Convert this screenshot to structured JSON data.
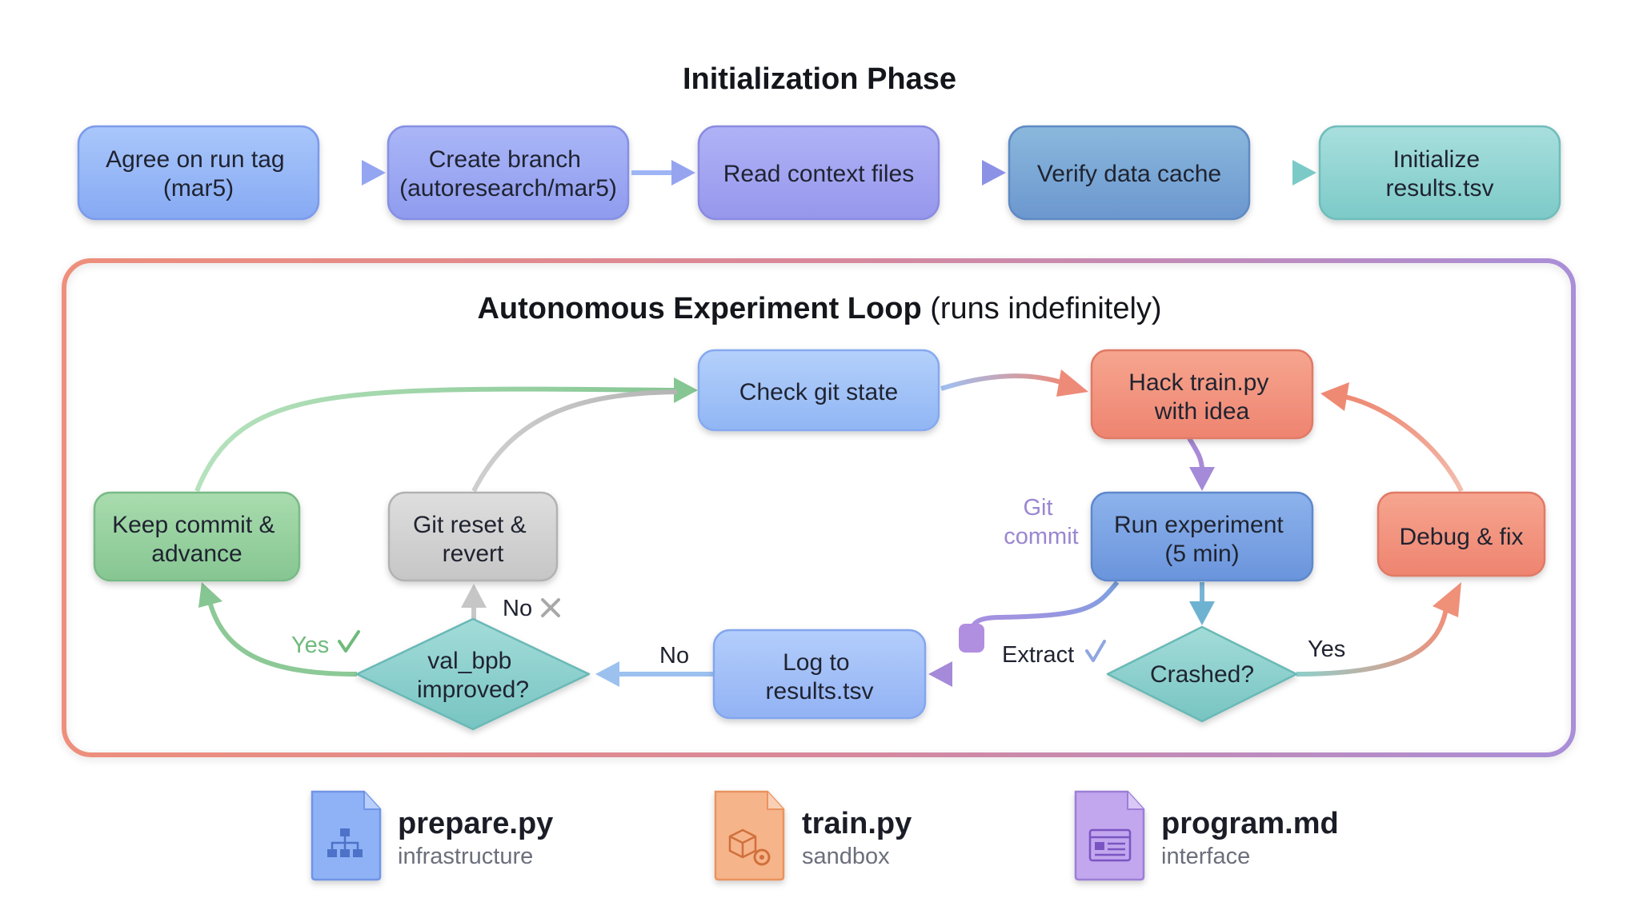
{
  "init": {
    "title": "Initialization Phase",
    "steps": [
      {
        "lines": [
          "Agree on run tag",
          "(mar5)"
        ]
      },
      {
        "lines": [
          "Create branch",
          "(autoresearch/mar5)"
        ]
      },
      {
        "lines": [
          "Read context files"
        ]
      },
      {
        "lines": [
          "Verify data cache"
        ]
      },
      {
        "lines": [
          "Initialize",
          "results.tsv"
        ]
      }
    ]
  },
  "loop": {
    "title_bold": "Autonomous Experiment Loop",
    "title_rest": " (runs indefinitely)",
    "nodes": {
      "check_git": {
        "lines": [
          "Check git state"
        ]
      },
      "hack_train": {
        "lines": [
          "Hack train.py",
          "with idea"
        ]
      },
      "run_experiment": {
        "lines": [
          "Run experiment",
          "(5 min)"
        ]
      },
      "debug_fix": {
        "lines": [
          "Debug & fix"
        ]
      },
      "keep_commit": {
        "lines": [
          "Keep commit &",
          "advance"
        ]
      },
      "git_reset": {
        "lines": [
          "Git reset &",
          "revert"
        ]
      },
      "log_results": {
        "lines": [
          "Log to",
          "results.tsv"
        ]
      },
      "crashed": {
        "lines": [
          "Crashed?"
        ]
      },
      "val_bpb": {
        "lines": [
          "val_bpb",
          "improved?"
        ]
      }
    },
    "labels": {
      "git_commit": [
        "Git",
        "commit"
      ],
      "extract": "Extract",
      "crashed_yes": "Yes",
      "crashed_no": "No",
      "val_yes": "Yes",
      "val_no": "No"
    }
  },
  "files": [
    {
      "name": "prepare.py",
      "role": "infrastructure",
      "icon": "hierarchy-icon",
      "color": "#7ea5f2"
    },
    {
      "name": "train.py",
      "role": "sandbox",
      "icon": "package-gear-icon",
      "color": "#f3a877"
    },
    {
      "name": "program.md",
      "role": "interface",
      "icon": "browser-window-icon",
      "color": "#b79ae6"
    }
  ],
  "colors": {
    "blue": "#8fb1f6",
    "violet": "#9d9cee",
    "steel": "#6f9fd0",
    "teal": "#7ccac8",
    "salmon": "#ee8a74",
    "green": "#8fcf9a",
    "gray": "#c9c9c9"
  }
}
